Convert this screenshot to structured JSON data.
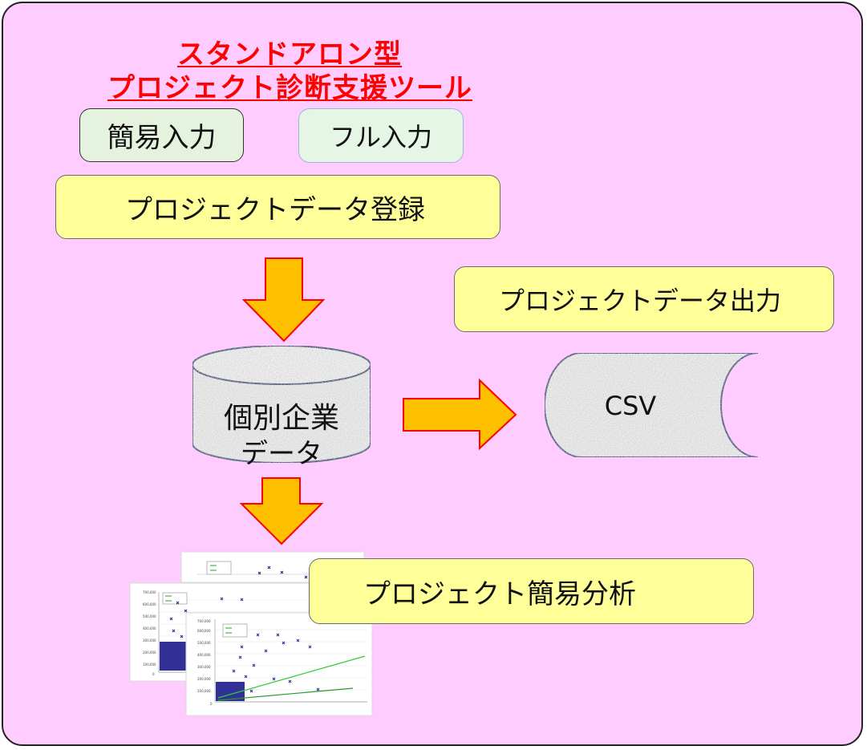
{
  "title": {
    "line1": "スタンドアロン型",
    "line2": "プロジェクト診断支援ツール"
  },
  "inputs": {
    "simple_label": "簡易入力",
    "full_label": "フル入力"
  },
  "steps": {
    "register_label": "プロジェクトデータ登録",
    "output_label": "プロジェクトデータ出力",
    "analysis_label": "プロジェクト簡易分析"
  },
  "database": {
    "line1": "個別企業",
    "line2": "データ"
  },
  "csv": {
    "label": "CSV"
  },
  "colors": {
    "background": "#ffccff",
    "title": "#ff0000",
    "box_fill": "#ffff99",
    "arrow_fill": "#ffc000",
    "arrow_stroke": "#ff0000"
  }
}
